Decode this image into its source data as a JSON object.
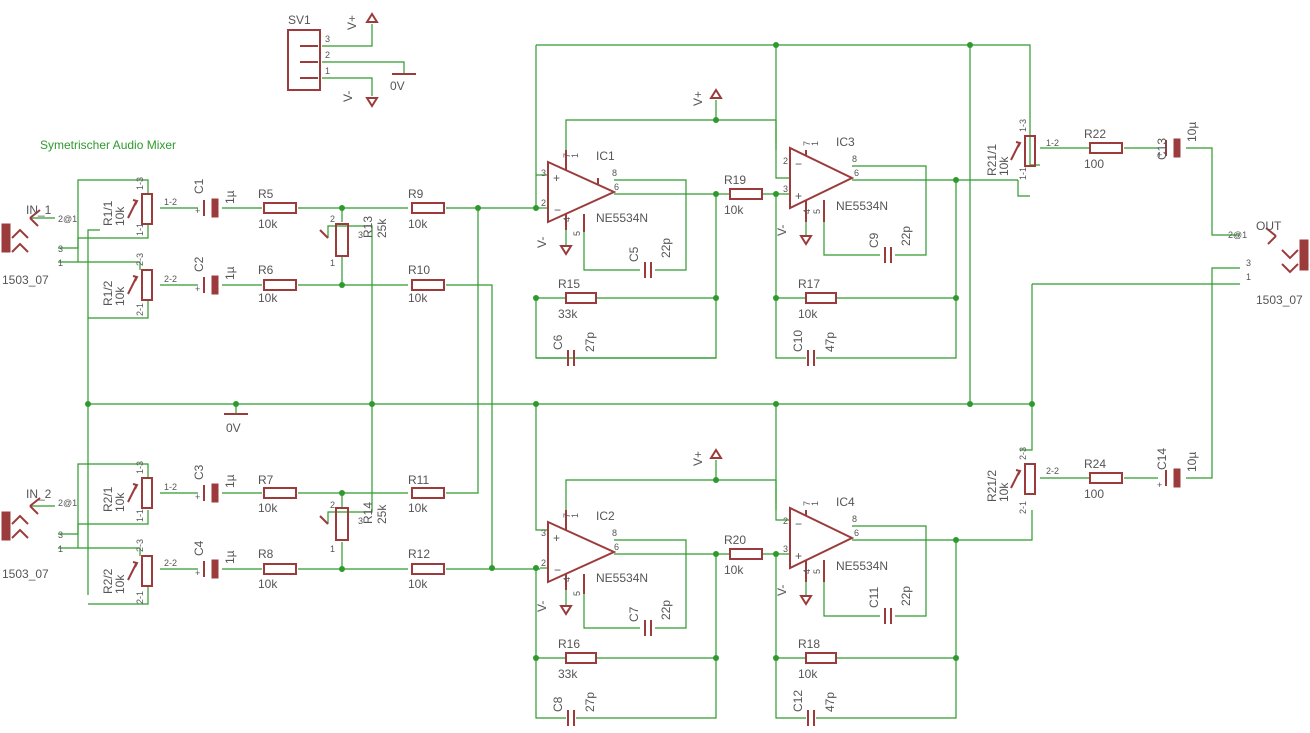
{
  "title": "Symetrischer Audio Mixer",
  "connector": {
    "name": "SV1",
    "pins": [
      "3",
      "2",
      "1"
    ],
    "vplus": "V+",
    "vminus": "V-",
    "gnd": "0V"
  },
  "inputs": [
    {
      "label": "IN_1",
      "pin": "2@1",
      "p3": "3",
      "p1": "1",
      "part": "1503_07"
    },
    {
      "label": "IN_2",
      "pin": "2@1",
      "p3": "3",
      "p1": "1",
      "part": "1503_07"
    }
  ],
  "output": {
    "label": "OUT",
    "pin": "2@1",
    "p3": "3",
    "p1": "1",
    "part": "1503_07"
  },
  "gnd_main": "0V",
  "power": [
    "V+",
    "V+",
    "V-",
    "V-",
    "V-",
    "V-"
  ],
  "pots": [
    {
      "name": "R1/1",
      "value": "10k",
      "pins": [
        "1-3",
        "1-2",
        "1-1"
      ]
    },
    {
      "name": "R1/2",
      "value": "10k",
      "pins": [
        "2-3",
        "2-2",
        "2-1"
      ]
    },
    {
      "name": "R2/1",
      "value": "10k",
      "pins": [
        "1-3",
        "1-2",
        "1-1"
      ]
    },
    {
      "name": "R2/2",
      "value": "10k",
      "pins": [
        "2-3",
        "2-2",
        "2-1"
      ]
    },
    {
      "name": "R21/1",
      "value": "10k",
      "pins": [
        "1-3",
        "1-2",
        "1-1"
      ]
    },
    {
      "name": "R21/2",
      "value": "10k",
      "pins": [
        "2-3",
        "2-2",
        "2-1"
      ]
    }
  ],
  "trimmers": [
    {
      "name": "R13",
      "value": "25k",
      "pins": [
        "2",
        "3",
        "1"
      ]
    },
    {
      "name": "R14",
      "value": "25k",
      "pins": [
        "2",
        "3",
        "1"
      ]
    }
  ],
  "resistors": [
    {
      "name": "R5",
      "value": "10k"
    },
    {
      "name": "R6",
      "value": "10k"
    },
    {
      "name": "R7",
      "value": "10k"
    },
    {
      "name": "R8",
      "value": "10k"
    },
    {
      "name": "R9",
      "value": "10k"
    },
    {
      "name": "R10",
      "value": "10k"
    },
    {
      "name": "R11",
      "value": "10k"
    },
    {
      "name": "R12",
      "value": "10k"
    },
    {
      "name": "R15",
      "value": "33k"
    },
    {
      "name": "R16",
      "value": "33k"
    },
    {
      "name": "R17",
      "value": "10k"
    },
    {
      "name": "R18",
      "value": "10k"
    },
    {
      "name": "R19",
      "value": "10k"
    },
    {
      "name": "R20",
      "value": "10k"
    },
    {
      "name": "R22",
      "value": "100"
    },
    {
      "name": "R24",
      "value": "100"
    }
  ],
  "electrolytics": [
    {
      "name": "C1",
      "value": "1µ"
    },
    {
      "name": "C2",
      "value": "1µ"
    },
    {
      "name": "C3",
      "value": "1µ"
    },
    {
      "name": "C4",
      "value": "1µ"
    },
    {
      "name": "C13",
      "value": "10µ"
    },
    {
      "name": "C14",
      "value": "10µ"
    }
  ],
  "capacitors": [
    {
      "name": "C5",
      "value": "22p"
    },
    {
      "name": "C6",
      "value": "27p"
    },
    {
      "name": "C7",
      "value": "22p"
    },
    {
      "name": "C8",
      "value": "27p"
    },
    {
      "name": "C9",
      "value": "22p"
    },
    {
      "name": "C10",
      "value": "47p"
    },
    {
      "name": "C11",
      "value": "22p"
    },
    {
      "name": "C12",
      "value": "47p"
    }
  ],
  "opamps": [
    {
      "name": "IC1",
      "type": "NE5534N"
    },
    {
      "name": "IC2",
      "type": "NE5534N"
    },
    {
      "name": "IC3",
      "type": "NE5534N"
    },
    {
      "name": "IC4",
      "type": "NE5534N"
    }
  ],
  "opamp_pins": [
    "3",
    "2",
    "6",
    "7",
    "1",
    "8",
    "4",
    "5"
  ],
  "colors": {
    "wire": "#2e9a2e",
    "symbol": "#9c3b3b",
    "text": "#555555"
  }
}
